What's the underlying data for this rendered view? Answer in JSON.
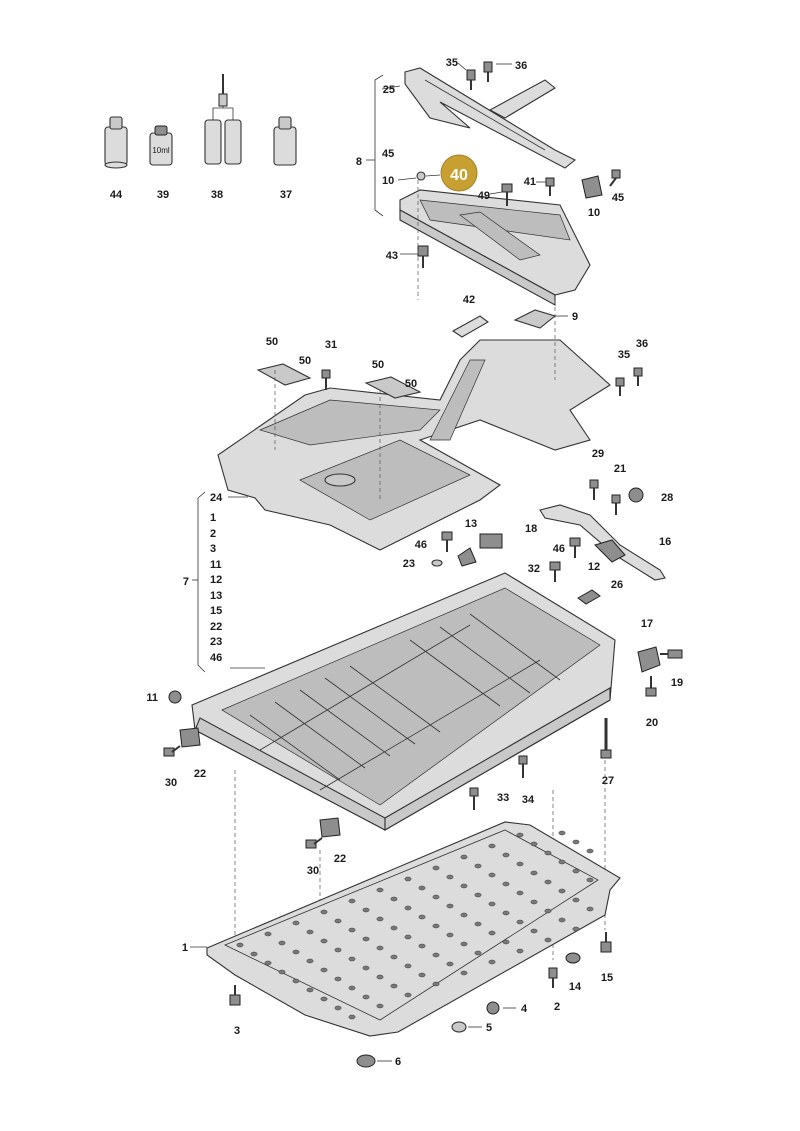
{
  "diagram": {
    "highlight": {
      "number": "40",
      "color": "#c8a032"
    },
    "bottle_text": "10ml",
    "colors": {
      "metal_light": "#dcdcdc",
      "metal_mid": "#c9c9c9",
      "metal_dark": "#8e8e8e",
      "outline": "#333333"
    },
    "labels": {
      "l44": "44",
      "l39": "39",
      "l38": "38",
      "l37": "37",
      "l35a": "35",
      "l36a": "36",
      "l25": "25",
      "l8": "8",
      "l45a": "45",
      "l10a": "10",
      "l49": "49",
      "l41": "41",
      "l10b": "10",
      "l45b": "45",
      "l43": "43",
      "l42": "42",
      "l9": "9",
      "l50a": "50",
      "l50b": "50",
      "l31": "31",
      "l50c": "50",
      "l50d": "50",
      "l35b": "35",
      "l36b": "36",
      "l24": "24",
      "g1": "1",
      "g2": "2",
      "g3": "3",
      "g11": "11",
      "g12": "12",
      "g13": "13",
      "g15": "15",
      "g22": "22",
      "g23": "23",
      "g46": "46",
      "l7": "7",
      "l29": "29",
      "l21": "21",
      "l28": "28",
      "l16": "16",
      "l13": "13",
      "l18": "18",
      "l46a": "46",
      "l46b": "46",
      "l23": "23",
      "l32": "32",
      "l12": "12",
      "l26": "26",
      "l17": "17",
      "l19": "19",
      "l20": "20",
      "l11": "11",
      "l30a": "30",
      "l22a": "22",
      "l27": "27",
      "l33": "33",
      "l34": "34",
      "l30b": "30",
      "l22b": "22",
      "l1": "1",
      "l3": "3",
      "l4": "4",
      "l5": "5",
      "l6": "6",
      "l2": "2",
      "l14": "14",
      "l15": "15"
    }
  }
}
